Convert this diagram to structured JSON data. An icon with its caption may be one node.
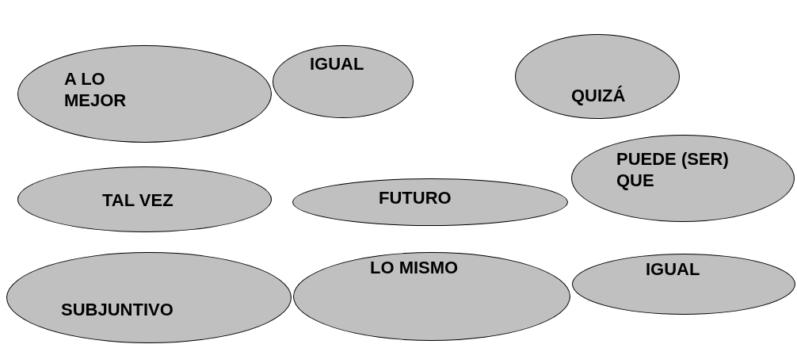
{
  "diagram": {
    "nodes": [
      {
        "text": [
          "A LO MEJOR"
        ]
      },
      {
        "text": [
          "IGUAL"
        ]
      },
      {
        "text": [
          "QUIZÁ"
        ]
      },
      {
        "text": [
          "TAL VEZ"
        ]
      },
      {
        "text": [
          "FUTURO"
        ]
      },
      {
        "text": [
          "PUEDE (SER) QUE"
        ]
      },
      {
        "text": [
          "SUBJUNTIVO"
        ]
      },
      {
        "text": [
          "LO MISMO"
        ]
      },
      {
        "text": [
          "IGUAL"
        ]
      }
    ]
  }
}
